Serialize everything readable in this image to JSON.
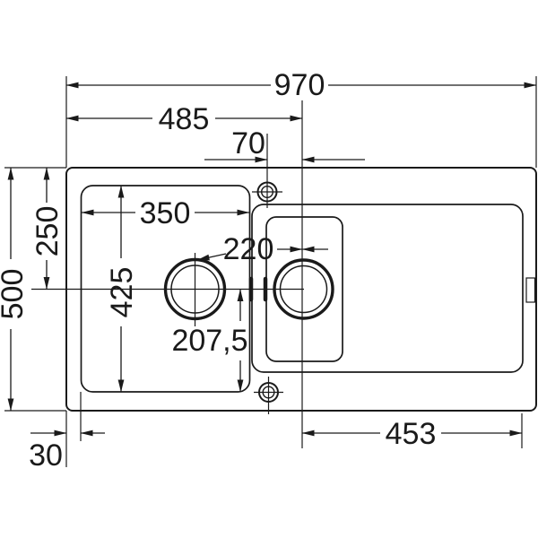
{
  "drawing": {
    "dimensions": {
      "overall_width": "970",
      "half_width": "485",
      "faucet_to_center": "70",
      "bowl_width": "350",
      "rim_to_centerline": "250",
      "overall_depth": "500",
      "bowl_length": "425",
      "drain_spacing": "220",
      "centerline_to_bowl_end": "207,5",
      "edge_margin": "30",
      "drainer_length": "453"
    }
  }
}
